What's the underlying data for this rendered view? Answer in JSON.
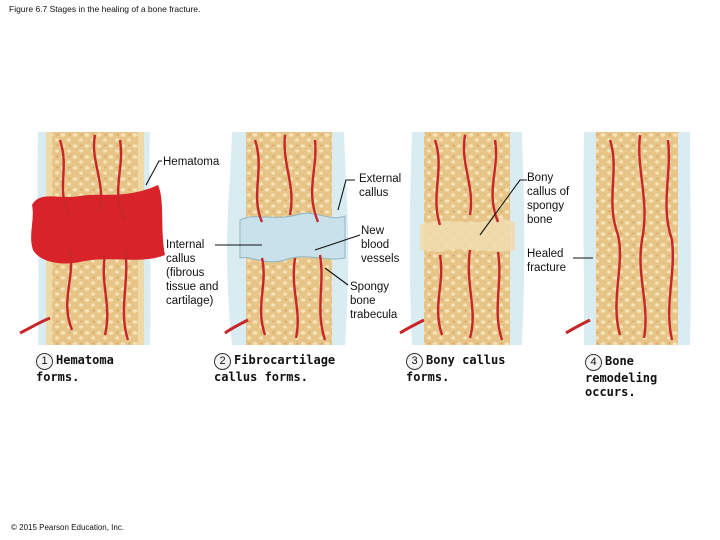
{
  "figure_caption": "Figure 6.7 Stages in the healing of a bone fracture.",
  "copyright": "© 2015 Pearson Education, Inc.",
  "labels": {
    "hematoma": "Hematoma",
    "internal_callus": "Internal\ncallus\n(fibrous\ntissue and\ncartilage)",
    "external_callus": "External\ncallus",
    "new_blood_vessels": "New\nblood\nvessels",
    "spongy_bone_trabecula": "Spongy\nbone\ntrabecula",
    "bony_callus_of_spongy_bone": "Bony\ncallus of\nspongy\nbone",
    "healed_fracture": "Healed\nfracture"
  },
  "stages": [
    {
      "number": "1",
      "text": "Hematoma",
      "text2": "forms."
    },
    {
      "number": "2",
      "text": "Fibrocartilage",
      "text2": "callus forms."
    },
    {
      "number": "3",
      "text": "Bony callus",
      "text2": "forms."
    },
    {
      "number": "4",
      "text": "Bone",
      "text2": "remodeling",
      "text3": "occurs."
    }
  ],
  "colors": {
    "bone_outer": "#d9ecf2",
    "bone_tan": "#e9c98f",
    "bone_spot": "#f7e6bd",
    "vessel": "#c7262b",
    "hematoma": "#d8232a",
    "cartilage": "#c9e1ea"
  }
}
